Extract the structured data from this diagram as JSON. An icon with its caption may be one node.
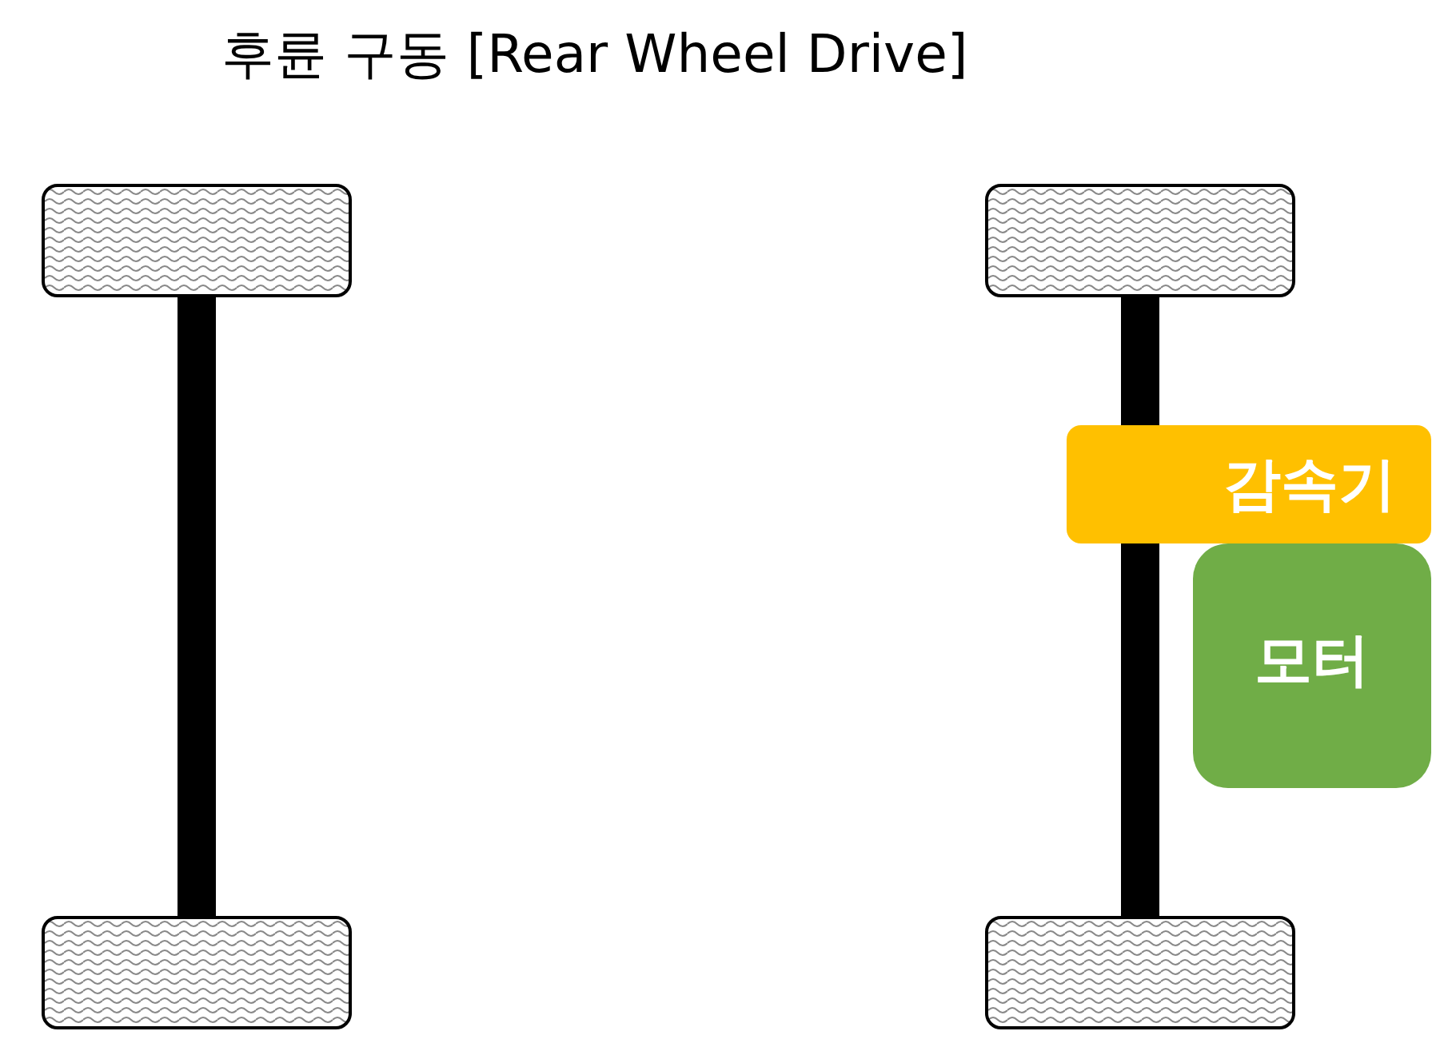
{
  "diagram": {
    "title": "후륜 구동 [Rear Wheel Drive]",
    "nodes": [
      {
        "text": [],
        "shape": "box"
      },
      {
        "text": [],
        "shape": "box"
      },
      {
        "text": [
          "감속기"
        ]
      },
      {
        "text": [
          "모터"
        ]
      },
      {
        "text": [],
        "shape": "box"
      },
      {
        "text": [],
        "shape": "box"
      }
    ],
    "edges": [
      {
        "from": 0,
        "to": 4,
        "arrow": "none"
      },
      {
        "from": 1,
        "to": 2,
        "arrow": "none"
      },
      {
        "from": 2,
        "to": 5,
        "arrow": "none"
      }
    ]
  }
}
